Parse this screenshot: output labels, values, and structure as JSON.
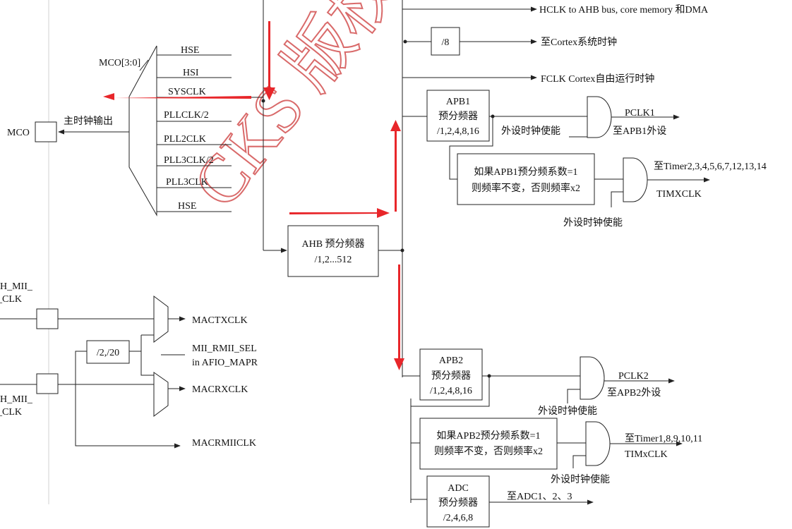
{
  "mco": {
    "label": "MCO[3:0]",
    "pin": "MCO",
    "output": "主时钟输出",
    "inputs": [
      "HSE",
      "HSI",
      "SYSCLK",
      "PLLCLK/2",
      "PLL2CLK",
      "PLL3CLK/2",
      "PLL3CLK",
      "HSE"
    ]
  },
  "ahb": {
    "title": "AHB 预分频器",
    "ratio": "/1,2...512"
  },
  "outputs": {
    "hclk": "HCLK to AHB bus, core memory 和DMA",
    "div8": "/8",
    "cortex_sys": "至Cortex系统时钟",
    "fclk": "FCLK Cortex自由运行时钟"
  },
  "apb1": {
    "title": "APB1",
    "sub": "预分频器",
    "ratio": "/1,2,4,8,16",
    "enable": "外设时钟使能",
    "pclk": "PCLK1",
    "dest": "至APB1外设",
    "cond1": "如果APB1预分频系数=1",
    "cond2": "则频率不变，否则频率x2",
    "timers": "至Timer2,3,4,5,6,7,12,13,14",
    "timclk": "TIMXCLK",
    "enable2": "外设时钟使能"
  },
  "apb2": {
    "title": "APB2",
    "sub": "预分频器",
    "ratio": "/1,2,4,8,16",
    "enable": "外设时钟使能",
    "pclk": "PCLK2",
    "dest": "至APB2外设",
    "cond1": "如果APB2预分频系数=1",
    "cond2": "则频率不变，否则频率x2",
    "timers": "至Timer1,8,9,10,11",
    "timclk": "TIMxCLK",
    "enable2": "外设时钟使能"
  },
  "adc": {
    "title": "ADC",
    "sub": "预分频器",
    "ratio": "/2,4,6,8",
    "dest": "至ADC1、2、3"
  },
  "eth": {
    "tx_partial1": "H_MII_",
    "tx_partial2": "_CLK",
    "rx_partial1": "H_MII_",
    "rx_partial2": "_CLK",
    "div": "/2,/20",
    "sel1": "MII_RMII_SEL",
    "sel2": "in AFIO_MAPR",
    "mactx": "MACTXCLK",
    "macrx": "MACRXCLK",
    "macrmii": "MACRMIICLK"
  },
  "watermark": "CKS 版权所",
  "colors": {
    "arrow_red": "#e8262a",
    "line": "#222222",
    "watermark": "#d96a6a"
  }
}
